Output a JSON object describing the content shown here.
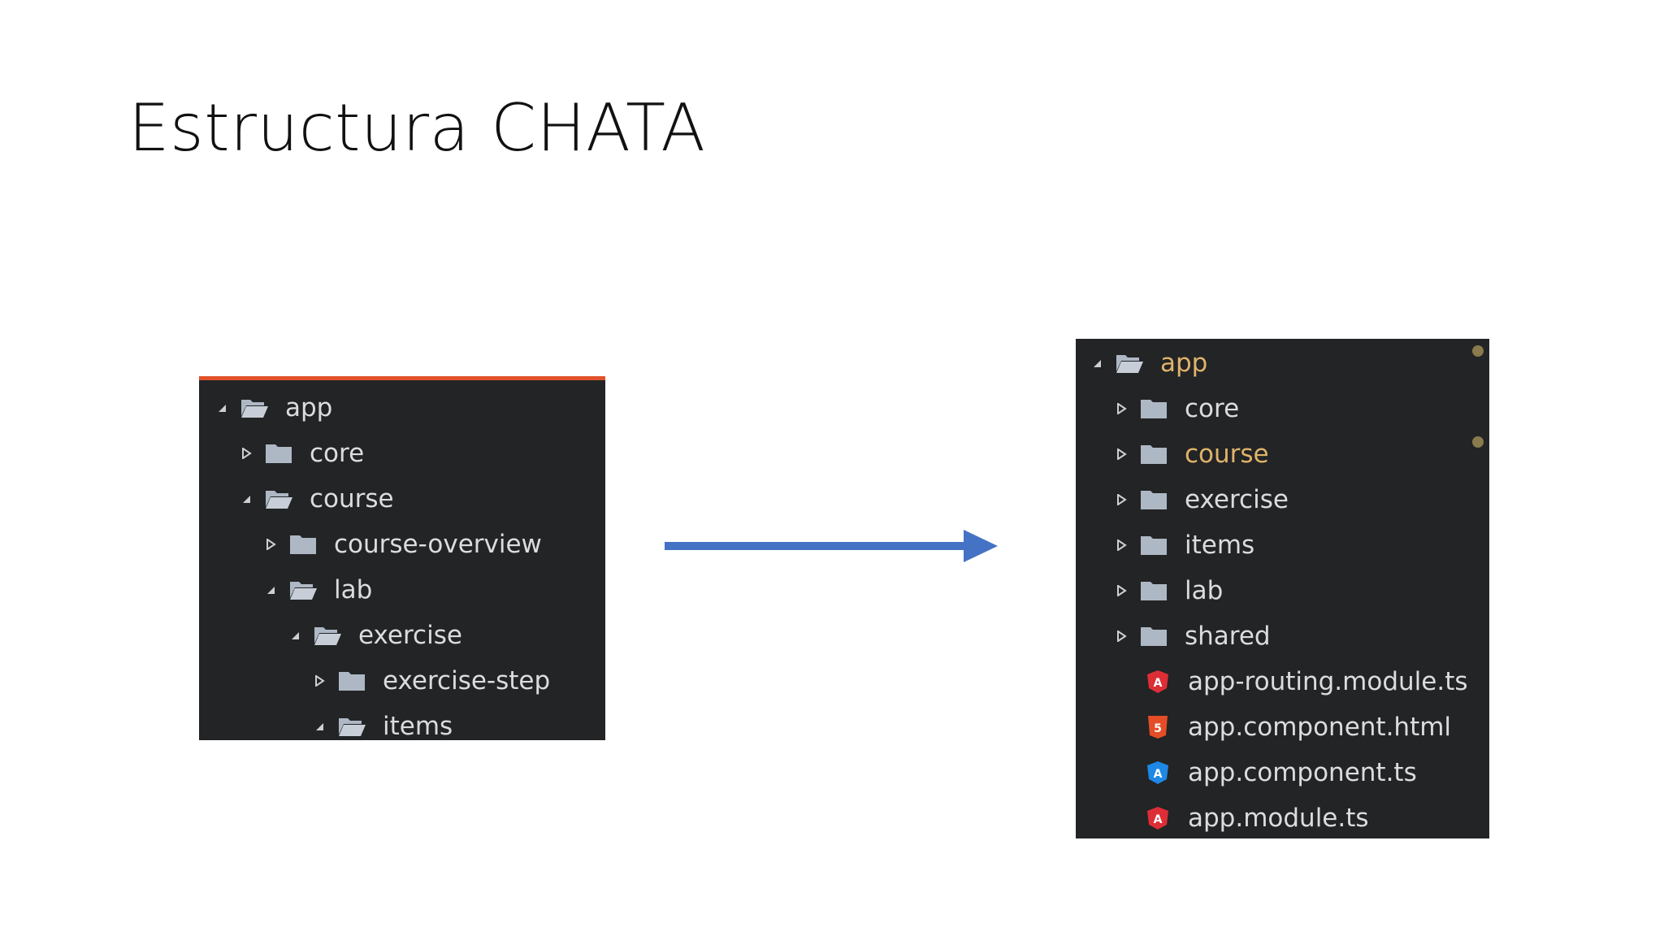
{
  "slide": {
    "title": "Estructura CHATA"
  },
  "before_tree": {
    "items": [
      {
        "label": "app",
        "expanded": true,
        "level": 0
      },
      {
        "label": "core",
        "expanded": false,
        "level": 1
      },
      {
        "label": "course",
        "expanded": true,
        "level": 1
      },
      {
        "label": "course-overview",
        "expanded": false,
        "level": 2
      },
      {
        "label": "lab",
        "expanded": true,
        "level": 2
      },
      {
        "label": "exercise",
        "expanded": true,
        "level": 3
      },
      {
        "label": "exercise-step",
        "expanded": false,
        "level": 4
      },
      {
        "label": "items",
        "expanded": true,
        "level": 4
      }
    ]
  },
  "after_tree": {
    "folders": [
      {
        "label": "app",
        "expanded": true,
        "highlight": true
      },
      {
        "label": "core",
        "expanded": false
      },
      {
        "label": "course",
        "expanded": false,
        "highlight": true
      },
      {
        "label": "exercise",
        "expanded": false
      },
      {
        "label": "items",
        "expanded": false
      },
      {
        "label": "lab",
        "expanded": false
      },
      {
        "label": "shared",
        "expanded": false
      }
    ],
    "files": [
      {
        "label": "app-routing.module.ts",
        "icon": "angular-icon"
      },
      {
        "label": "app.component.html",
        "icon": "html5-icon"
      },
      {
        "label": "app.component.ts",
        "icon": "angular-component-icon"
      },
      {
        "label": "app.module.ts",
        "icon": "angular-icon"
      }
    ]
  },
  "colors": {
    "panel_bg": "#222426",
    "accent_bar": "#e0522b",
    "highlight_text": "#e0b36a",
    "arrow": "#4472c4",
    "folder_icon": "#aeb8c4"
  }
}
